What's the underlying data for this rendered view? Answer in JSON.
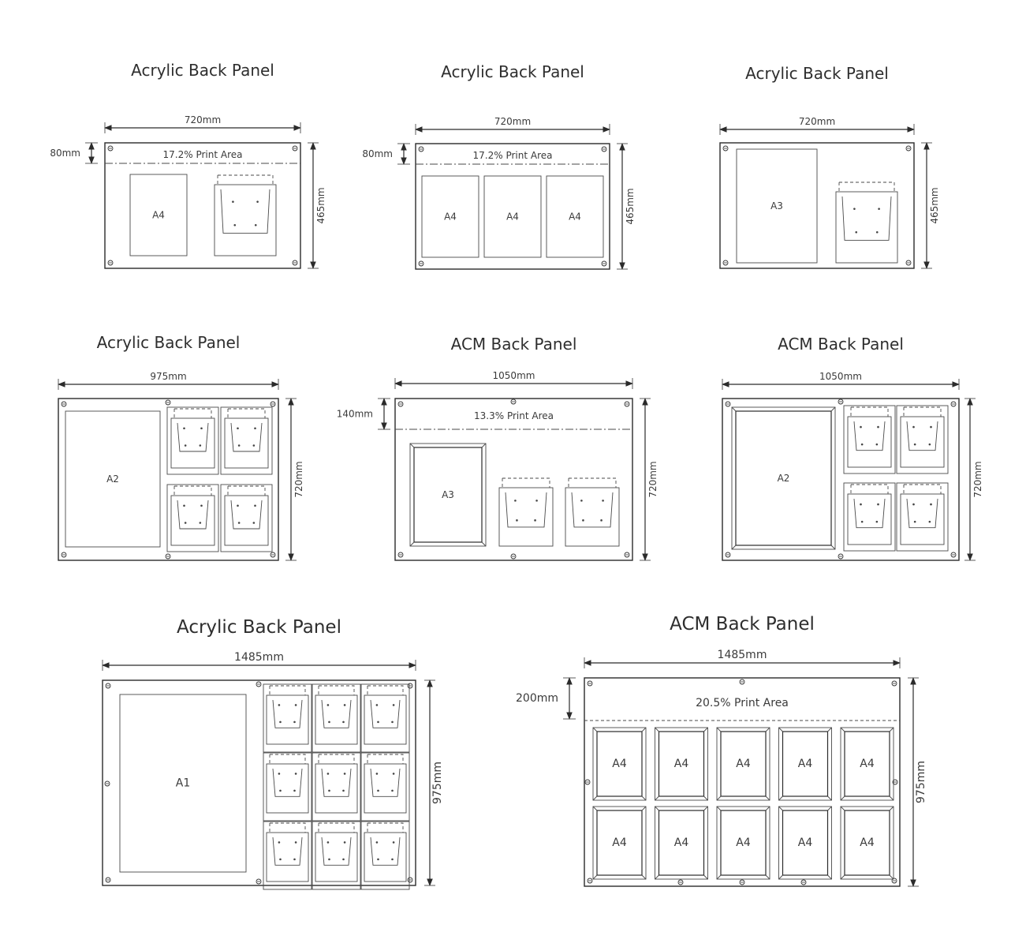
{
  "panels": [
    {
      "id": "p1",
      "title": "Acrylic Back Panel",
      "width_label": "720mm",
      "height_label": "465mm",
      "band_label": "80mm",
      "print_label": "17.2% Print Area",
      "cells": [
        "A4"
      ]
    },
    {
      "id": "p2",
      "title": "Acrylic Back Panel",
      "width_label": "720mm",
      "height_label": "465mm",
      "band_label": "80mm",
      "print_label": "17.2% Print Area",
      "cells": [
        "A4",
        "A4",
        "A4"
      ]
    },
    {
      "id": "p3",
      "title": "Acrylic Back Panel",
      "width_label": "720mm",
      "height_label": "465mm",
      "cells": [
        "A3"
      ]
    },
    {
      "id": "p4",
      "title": "Acrylic Back Panel",
      "width_label": "975mm",
      "height_label": "720mm",
      "cells": [
        "A2"
      ]
    },
    {
      "id": "p5",
      "title": "ACM Back Panel",
      "width_label": "1050mm",
      "height_label": "720mm",
      "band_label": "140mm",
      "print_label": "13.3% Print Area",
      "cells": [
        "A3"
      ]
    },
    {
      "id": "p6",
      "title": "ACM Back Panel",
      "width_label": "1050mm",
      "height_label": "720mm",
      "cells": [
        "A2"
      ]
    },
    {
      "id": "p7",
      "title": "Acrylic Back Panel",
      "width_label": "1485mm",
      "height_label": "975mm",
      "cells": [
        "A1"
      ]
    },
    {
      "id": "p8",
      "title": "ACM Back Panel",
      "width_label": "1485mm",
      "height_label": "975mm",
      "band_label": "200mm",
      "print_label": "20.5% Print Area",
      "cells": [
        "A4",
        "A4",
        "A4",
        "A4",
        "A4",
        "A4",
        "A4",
        "A4",
        "A4",
        "A4"
      ]
    }
  ]
}
